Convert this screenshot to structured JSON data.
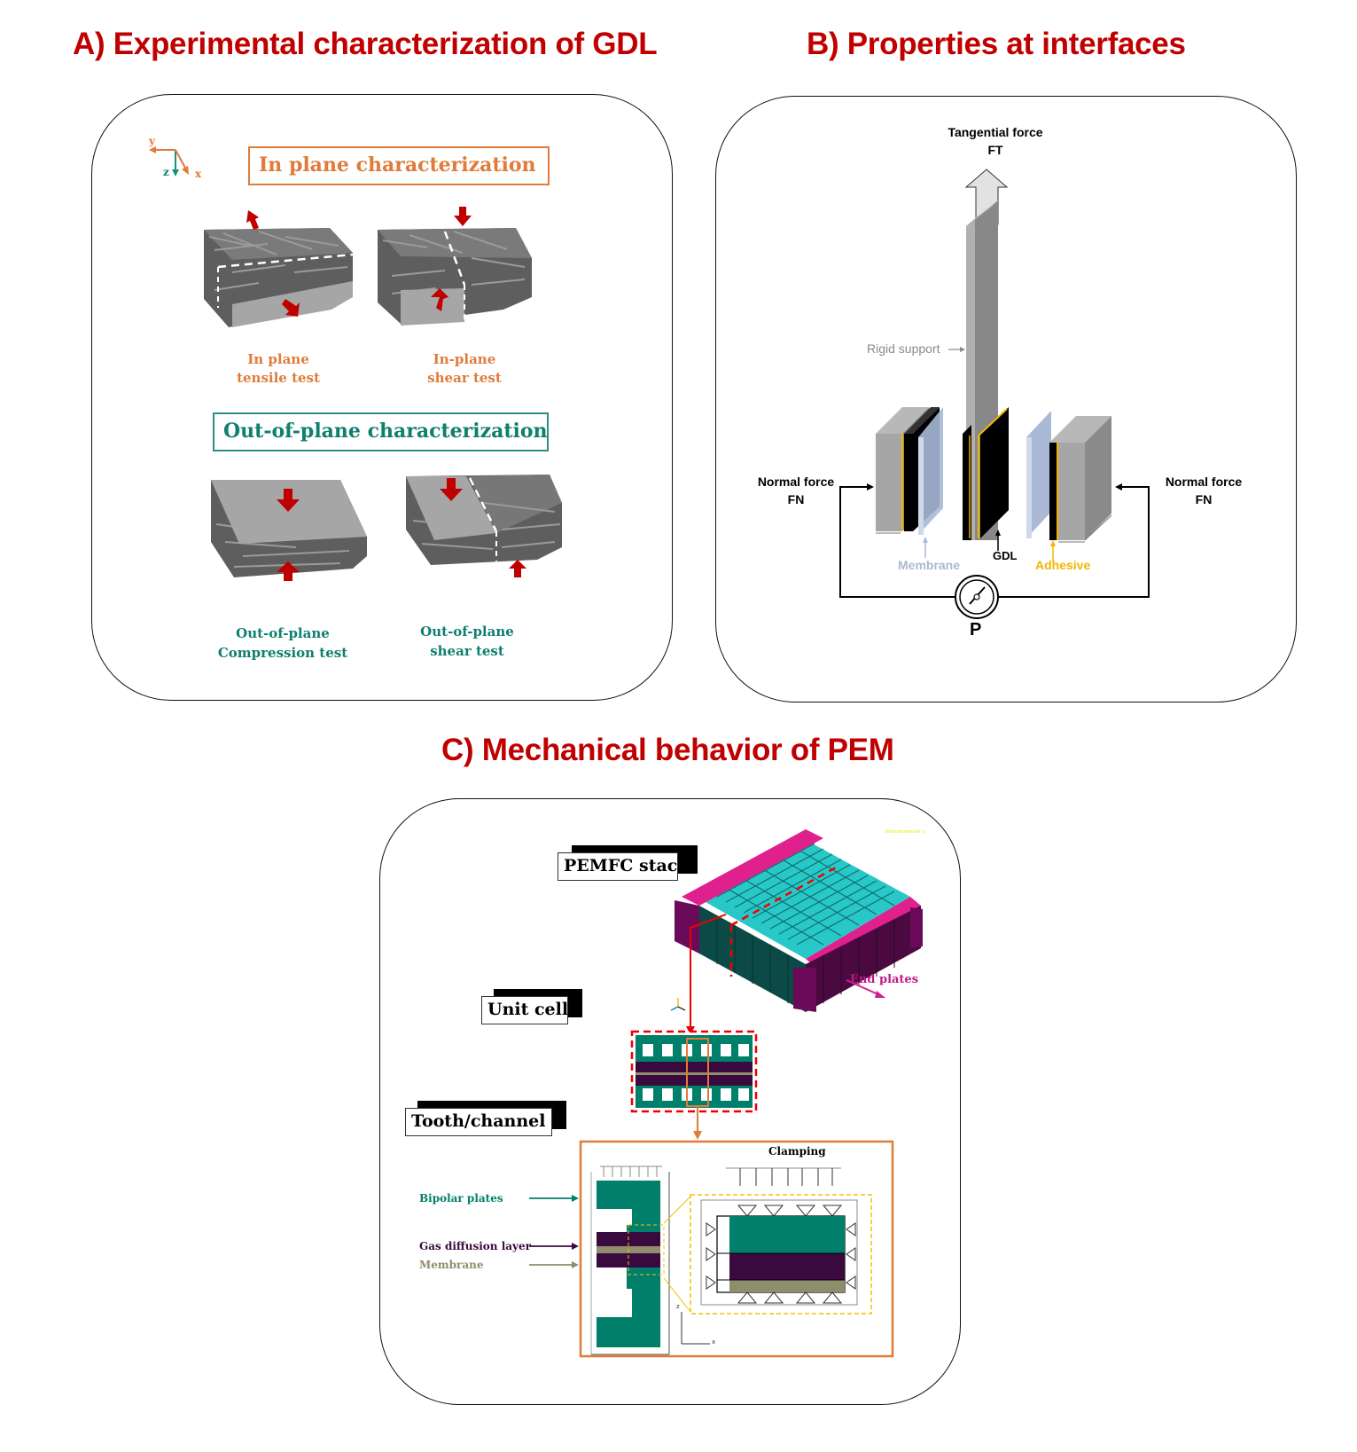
{
  "section_a": {
    "title": "A) Experimental characterization of GDL",
    "axes": {
      "y": "y",
      "z": "z",
      "x": "x"
    },
    "in_plane_header": "In plane characterization",
    "out_of_plane_header": "Out-of-plane characterization",
    "tests": [
      {
        "line1": "In plane",
        "line2": "tensile test"
      },
      {
        "line1": "In-plane",
        "line2": "shear test"
      },
      {
        "line1": "Out-of-plane",
        "line2": "Compression test"
      },
      {
        "line1": "Out-of-plane",
        "line2": "shear test"
      }
    ]
  },
  "section_b": {
    "title": "B) Properties at interfaces",
    "tangential_force": {
      "line1": "Tangential force",
      "line2": "FT"
    },
    "rigid_support": "Rigid support",
    "normal_force_left": {
      "line1": "Normal force",
      "line2": "FN"
    },
    "normal_force_right": {
      "line1": "Normal force",
      "line2": "FN"
    },
    "membrane": "Membrane",
    "gdl": "GDL",
    "adhesive": "Adhesive",
    "pressure": "P",
    "colors": {
      "membrane": "#a9b9d6",
      "adhesive": "#f2b600",
      "gdl": "#000000",
      "support": "#a6a6a6"
    }
  },
  "section_c": {
    "title": "C) Mechanical behavior of PEM",
    "stack_label": "PEMFC stack",
    "unit_cell_label": "Unit cell",
    "tooth_channel_label": "Tooth/channel",
    "end_plates": "End plates",
    "watermark": "Noncommercial u",
    "clamping": "Clamping",
    "legend": [
      {
        "label": "Bipolar plates",
        "color": "#00806b"
      },
      {
        "label": "Gas diffusion layer",
        "color": "#3a0a3f"
      },
      {
        "label": "Membrane",
        "color": "#8e8e6c"
      }
    ],
    "axis": {
      "z": "z",
      "x": "x"
    }
  }
}
